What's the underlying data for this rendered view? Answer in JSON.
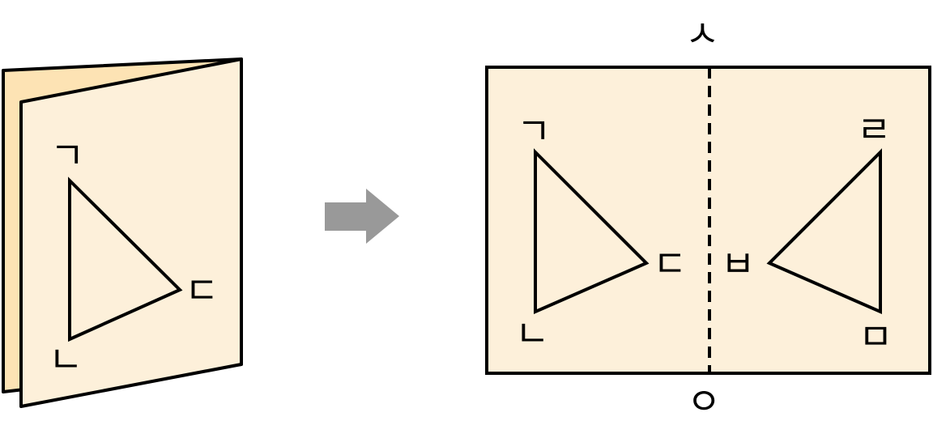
{
  "folded_paper": {
    "labels": {
      "top": "ㄱ",
      "bottom": "ㄴ",
      "right": "ㄷ"
    },
    "back_color": "#fde3b4",
    "front_color": "#fdf0da"
  },
  "arrow": {
    "color": "#999999",
    "direction": "right"
  },
  "unfolded_paper": {
    "fold_line_labels": {
      "top": "ㅅ",
      "bottom": "ㅇ"
    },
    "left_triangle_labels": {
      "top": "ㄱ",
      "bottom": "ㄴ",
      "apex": "ㄷ"
    },
    "right_triangle_labels": {
      "top": "ㄹ",
      "bottom": "ㅁ",
      "apex": "ㅂ"
    },
    "paper_color": "#fdf0da"
  }
}
